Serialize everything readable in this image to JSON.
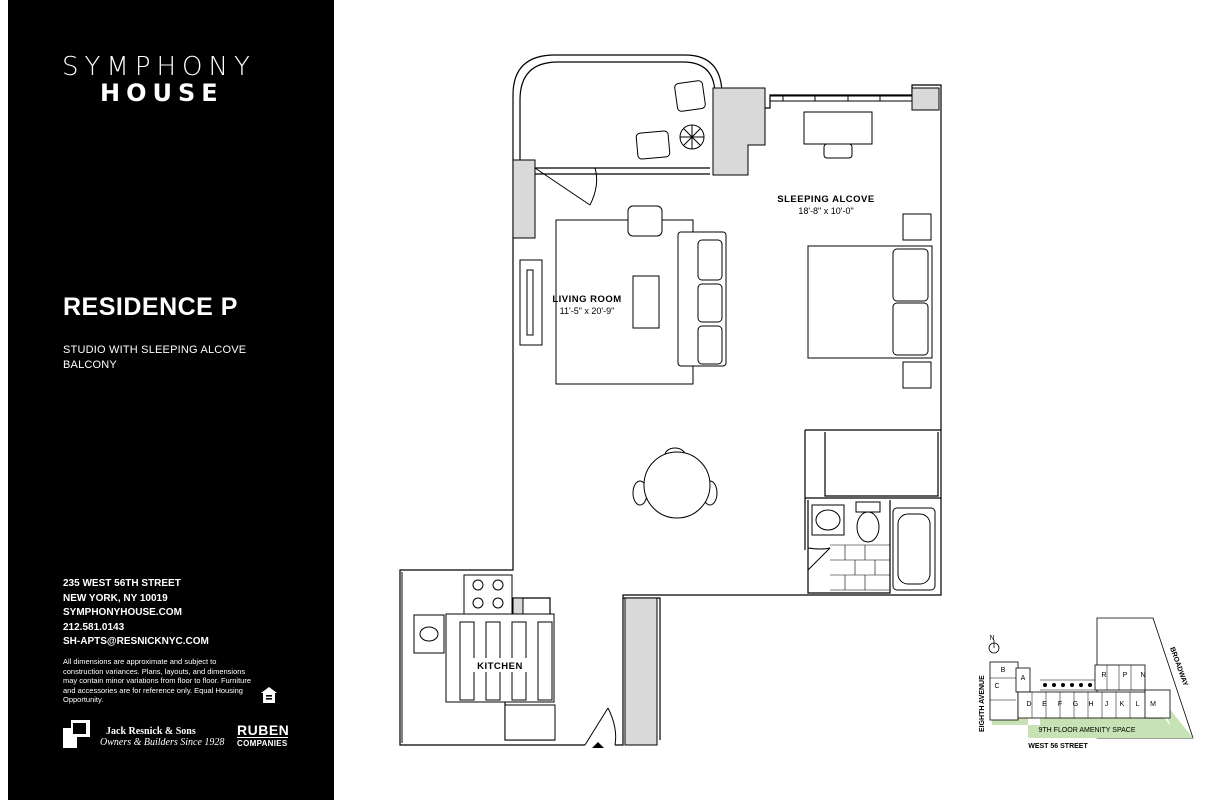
{
  "brand": {
    "line1": "SYMPHONY",
    "line2": "HOUSE"
  },
  "residence": {
    "title": "RESIDENCE P",
    "type": "STUDIO WITH SLEEPING ALCOVE",
    "feature": "BALCONY"
  },
  "contact": {
    "address1": "235 WEST 56TH STREET",
    "address2": "NEW YORK, NY 10019",
    "website": "SYMPHONYHOUSE.COM",
    "phone": "212.581.0143",
    "email": "SH-APTS@RESNICKNYC.COM"
  },
  "disclaimer": "All dimensions are approximate and subject to construction variances. Plans, layouts, and dimensions may contain minor variations from floor to floor. Furniture and accessories are for reference only. Equal Housing Opportunity.",
  "developer": {
    "name": "Jack Resnick & Sons",
    "tagline": "Owners & Builders Since 1928"
  },
  "partner": {
    "name": "RUBEN",
    "sub": "COMPANIES"
  },
  "rooms": {
    "sleeping": {
      "name": "SLEEPING ALCOVE",
      "dims": "18'-8\" x 10'-0\""
    },
    "living": {
      "name": "LIVING ROOM",
      "dims": "11'-5\" x 20'-9\""
    },
    "kitchen": {
      "name": "KITCHEN"
    }
  },
  "keyplan": {
    "north": "N",
    "avenue": "EIGHTH AVENUE",
    "broadway": "BROADWAY",
    "street": "WEST 56 STREET",
    "amenity": "9TH FLOOR AMENITY SPACE",
    "units_top": [
      "B",
      "C",
      "A",
      "R",
      "P",
      "N"
    ],
    "units_row": [
      "D",
      "E",
      "F",
      "G",
      "H",
      "J",
      "K",
      "L",
      "M"
    ],
    "highlight_color": "#c7e3b6"
  }
}
